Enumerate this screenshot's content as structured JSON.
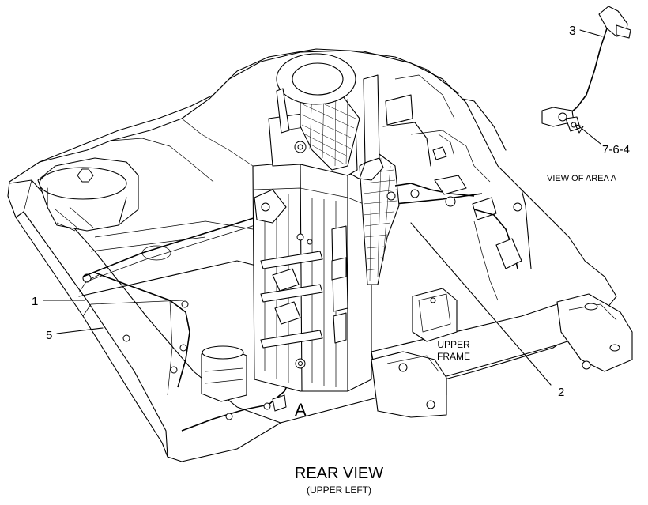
{
  "view_title": "REAR VIEW",
  "view_subtitle": "(UPPER LEFT)",
  "area_label": "A",
  "frame_label_line1": "UPPER",
  "frame_label_line2": "FRAME",
  "detail_caption": "VIEW OF AREA A",
  "detail_reference": "7-6-4",
  "callouts": [
    "1",
    "5",
    "2",
    "3"
  ]
}
